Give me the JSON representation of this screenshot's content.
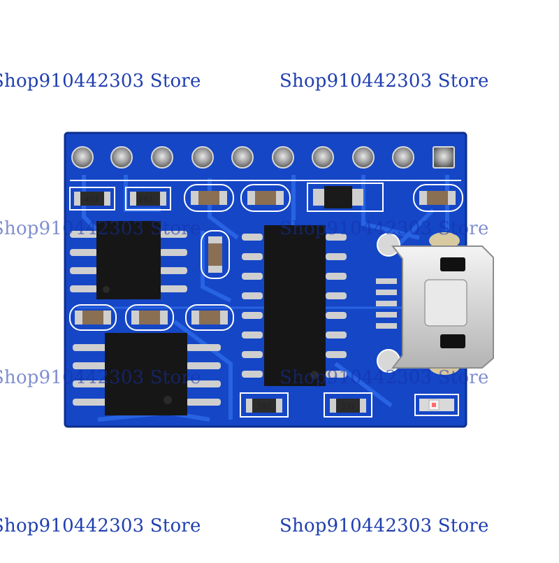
{
  "watermarks": [
    "Shop910442303 Store",
    "Shop910442303 Store",
    "Shop910442303 Store",
    "Shop910442303 Store",
    "Shop910442303 Store",
    "Shop910442303 Store",
    "Shop910442303 Store",
    "Shop910442303 Store"
  ],
  "resistor_labels": {
    "r_473": "473",
    "r_e02": "E02",
    "r_101": "101",
    "r_331": "331"
  },
  "colors": {
    "pcb_blue": "#1546c6",
    "trace_blue": "#2a67e6",
    "silkscreen": "#ffffff",
    "chip_black": "#161616",
    "pad_silver": "#cfcfcf"
  }
}
